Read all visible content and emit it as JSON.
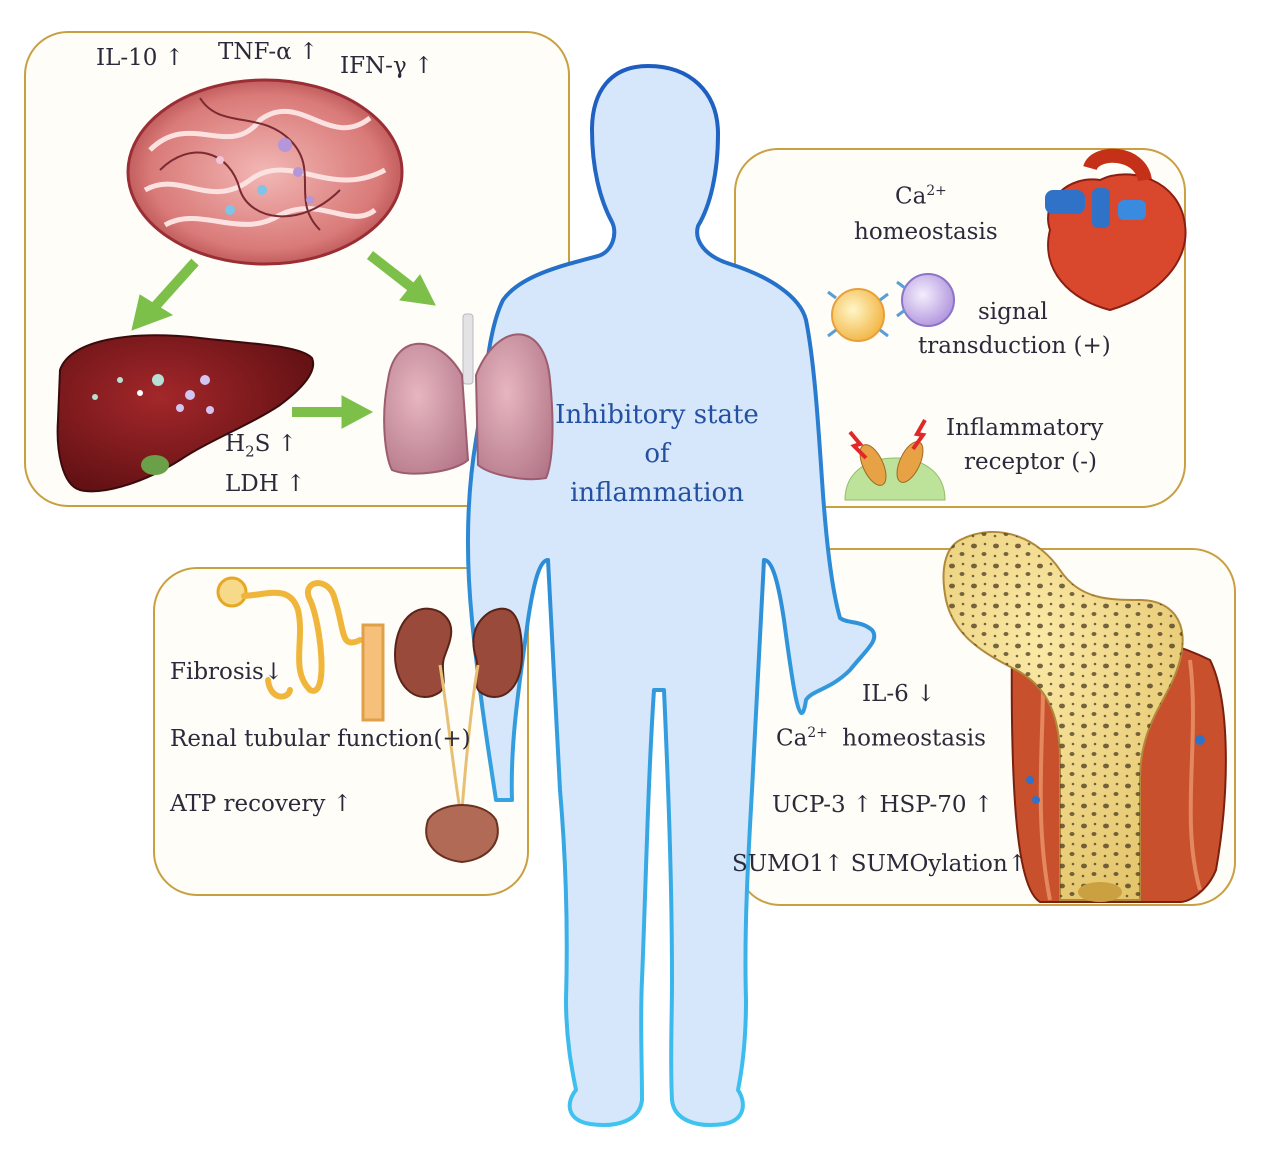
{
  "gut_panel": {
    "cytokines": [
      "IL-10 ↑",
      "TNF-α ↑",
      "IFN-γ ↑"
    ],
    "liver_marker_1_main": "H",
    "liver_marker_1_sub": "2",
    "liver_marker_1_rest": "S ↑",
    "liver_marker_2": "LDH ↑"
  },
  "center": {
    "line1": "Inhibitory state",
    "line2": "of",
    "line3": "inflammation"
  },
  "heart_panel": {
    "ca_base": "Ca",
    "ca_sup": "2+",
    "ca_line2": "homeostasis",
    "signal_line1": "signal",
    "signal_line2": "transduction (+)",
    "receptor_line1": "Inflammatory",
    "receptor_line2": "receptor (-)"
  },
  "kidney_panel": {
    "fibrosis": "Fibrosis↓",
    "tubular": "Renal tubular function(+)",
    "atp": "ATP recovery ↑"
  },
  "bone_panel": {
    "il6": "IL-6 ↓",
    "ca_base": "Ca",
    "ca_sup": "2+",
    "ca_rest": "homeostasis",
    "ucp_hsp": "UCP-3 ↑  HSP-70 ↑",
    "sumo": "SUMO1↑ SUMOylation↑"
  },
  "colors": {
    "panel_border": "#c8a041",
    "body_fill": "#d6e6fb",
    "body_outline": "#2f72c8",
    "arrow_green": "#7cc04a",
    "center_text": "#2350a0"
  }
}
